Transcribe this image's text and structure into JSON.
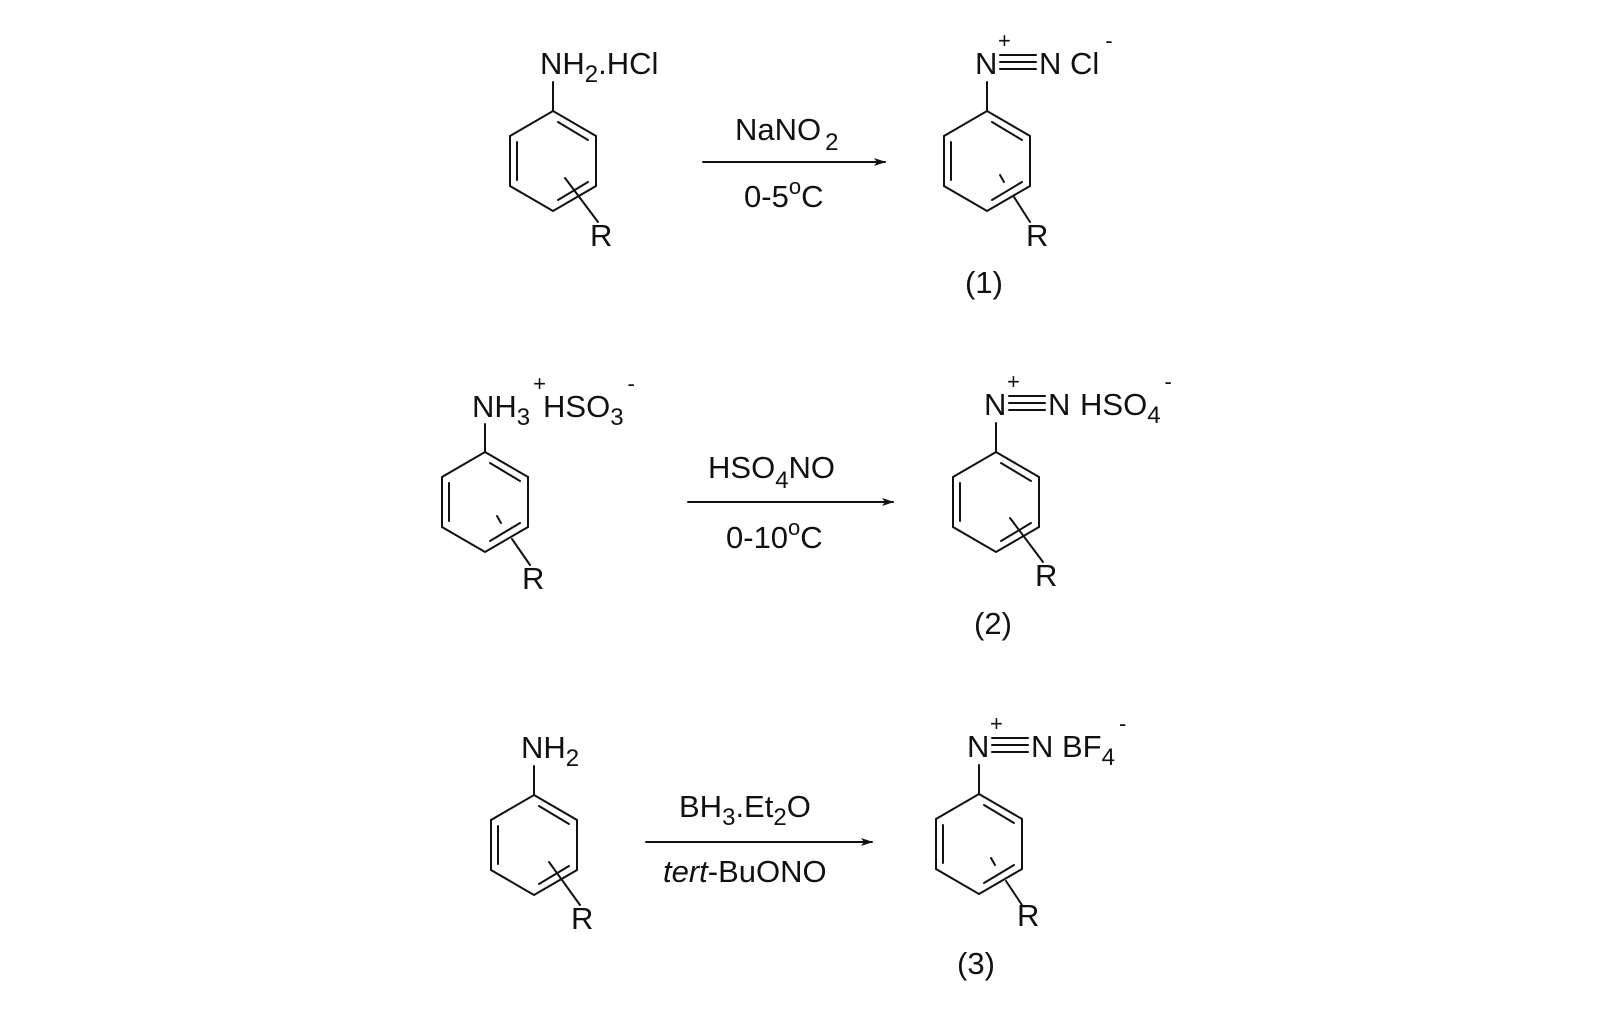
{
  "reactions": [
    {
      "reactant": {
        "base": "NH",
        "sub": "2",
        "tail": ".HCl",
        "r_label": "R"
      },
      "reagent_top": {
        "text": "NaNO",
        "sub": "2"
      },
      "reagent_bottom": {
        "pre": "0-5",
        "sup": "o",
        "post": "C"
      },
      "product": {
        "n1": "N",
        "charge": "+",
        "n2": "N",
        "anion": "Cl",
        "anion_charge": "-",
        "r_label": "R"
      },
      "number": "(1)"
    },
    {
      "reactant": {
        "base": "NH",
        "sub": "3",
        "charge": "+",
        "anion": "HSO",
        "anion_sub": "3",
        "anion_charge": "-",
        "r_label": "R"
      },
      "reagent_top": {
        "pre": "HSO",
        "sub": "4",
        "post": "NO"
      },
      "reagent_bottom": {
        "pre": "0-10",
        "sup": "o",
        "post": "C"
      },
      "product": {
        "n1": "N",
        "charge": "+",
        "n2": "N",
        "anion": "HSO",
        "anion_sub": "4",
        "anion_charge": "-",
        "r_label": "R"
      },
      "number": "(2)"
    },
    {
      "reactant": {
        "base": "NH",
        "sub": "2",
        "r_label": "R"
      },
      "reagent_top": {
        "pre": "BH",
        "sub1": "3",
        "mid": ".Et",
        "sub2": "2",
        "post": "O"
      },
      "reagent_bottom": {
        "italic": "tert",
        "post": "-BuONO"
      },
      "product": {
        "n1": "N",
        "charge": "+",
        "n2": "N",
        "anion": "BF",
        "anion_sub": "4",
        "anion_charge": "-",
        "r_label": "R"
      },
      "number": "(3)"
    }
  ]
}
